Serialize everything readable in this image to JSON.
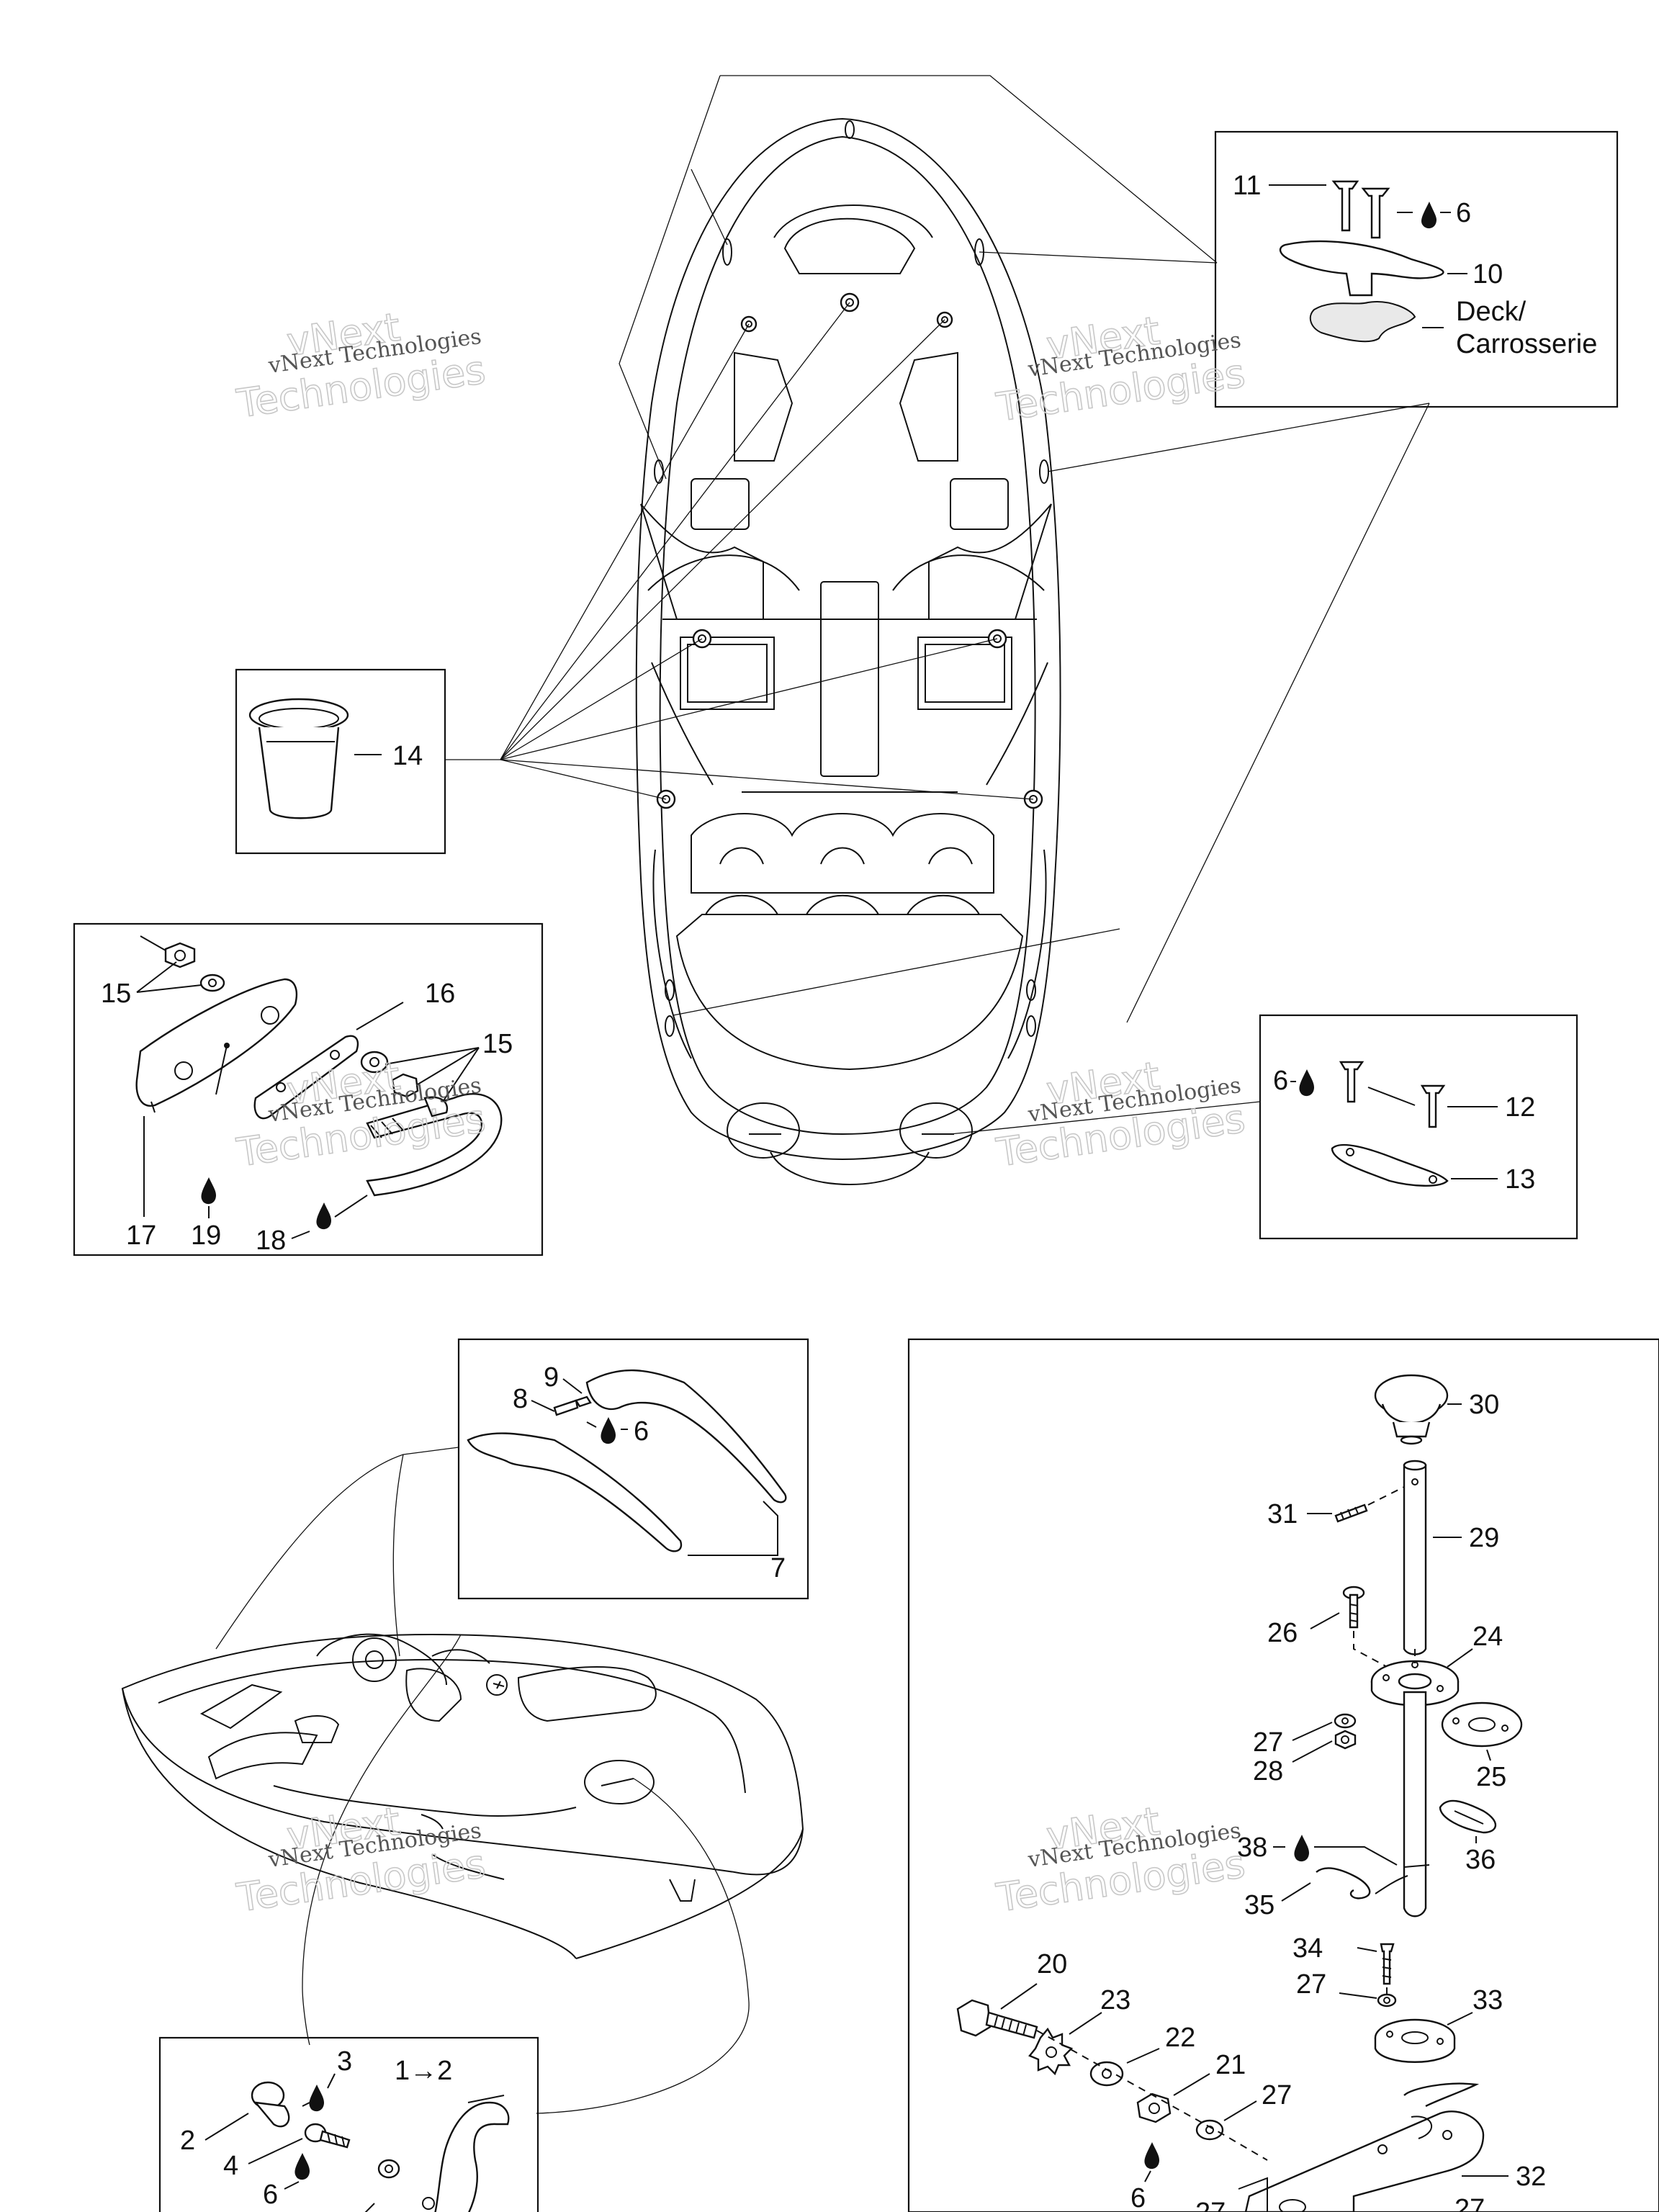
{
  "watermark": {
    "line1": "vNext Technologies",
    "line2": "vNext",
    "line3": "Technologies"
  },
  "labels": {
    "deck": "Deck/",
    "carrosserie": "Carrosserie",
    "arrow_1_2": "1→2",
    "n1": "1",
    "n2": "2",
    "n3": "3",
    "n4": "4",
    "n6": "6",
    "n7": "7",
    "n8": "8",
    "n9": "9",
    "n10": "10",
    "n11": "11",
    "n12": "12",
    "n13": "13",
    "n14": "14",
    "n15": "15",
    "n16": "16",
    "n17": "17",
    "n18": "18",
    "n19": "19",
    "n20": "20",
    "n21": "21",
    "n22": "22",
    "n23": "23",
    "n24": "24",
    "n25": "25",
    "n26": "26",
    "n27": "27",
    "n28": "28",
    "n29": "29",
    "n30": "30",
    "n31": "31",
    "n32": "32",
    "n33": "33",
    "n34": "34",
    "n35": "35",
    "n36": "36",
    "n38": "38"
  },
  "colors": {
    "ink": "#111111",
    "watermark": "#555555",
    "watermark_outline": "#c8c8c8",
    "paper": "#ffffff"
  }
}
